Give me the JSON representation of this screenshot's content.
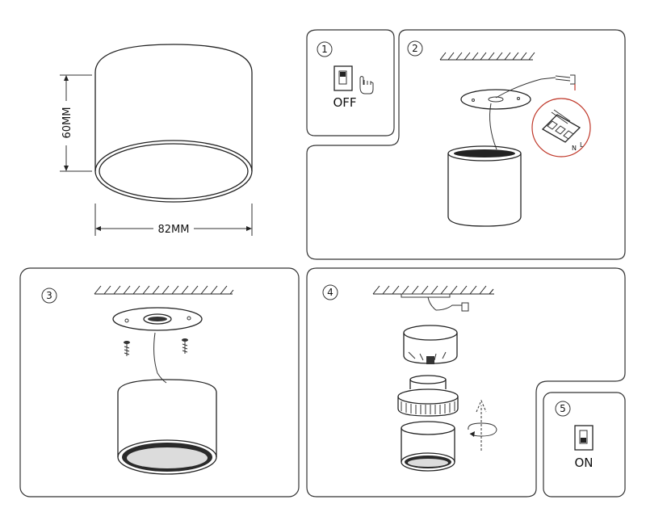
{
  "dimensions": {
    "height_label": "60MM",
    "width_label": "82MM"
  },
  "steps": [
    {
      "number": "1",
      "caption": "OFF"
    },
    {
      "number": "2",
      "caption": ""
    },
    {
      "number": "3",
      "caption": ""
    },
    {
      "number": "4",
      "caption": ""
    },
    {
      "number": "5",
      "caption": "ON"
    }
  ],
  "wiring": {
    "terminal_labels": [
      "N",
      "L"
    ],
    "highlight_color": "#c0392b"
  }
}
